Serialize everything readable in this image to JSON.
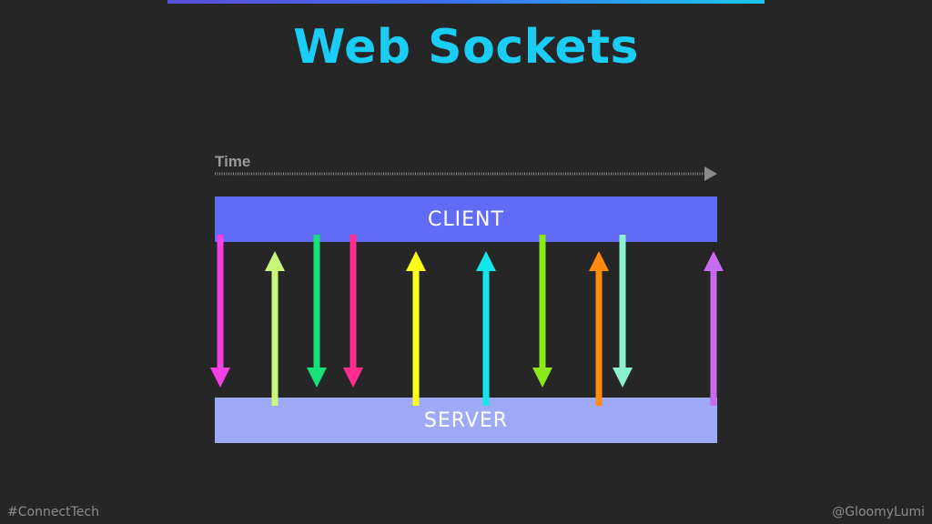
{
  "slide": {
    "title": "Web Sockets",
    "time_label": "Time",
    "client_label": "CLIENT",
    "server_label": "SERVER",
    "footer_left": "#ConnectTech",
    "footer_right": "@GloomyLumi",
    "accent_color": "#19cdf5",
    "client_color": "#626bf5",
    "server_color": "#9eaaf7"
  },
  "messages": [
    {
      "direction": "client-to-server",
      "color": "#f23fe6"
    },
    {
      "direction": "server-to-client",
      "color": "#c8f77a"
    },
    {
      "direction": "client-to-server",
      "color": "#15e07a"
    },
    {
      "direction": "client-to-server",
      "color": "#ff2d8e"
    },
    {
      "direction": "server-to-client",
      "color": "#ffff1a"
    },
    {
      "direction": "server-to-client",
      "color": "#14e6ec"
    },
    {
      "direction": "client-to-server",
      "color": "#8be61a"
    },
    {
      "direction": "server-to-client",
      "color": "#ff8c0f"
    },
    {
      "direction": "client-to-server",
      "color": "#8af2d0"
    },
    {
      "direction": "server-to-client",
      "color": "#c56cf0"
    }
  ]
}
